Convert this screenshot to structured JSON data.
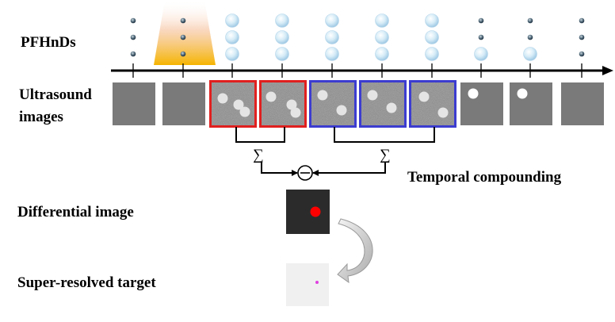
{
  "labels": {
    "pfhnds": "PFHnDs",
    "ultrasound_line1": "Ultrasound",
    "ultrasound_line2": "images",
    "temporal_compounding": "Temporal compounding",
    "differential_image": "Differential image",
    "super_resolved_target": "Super-resolved target"
  },
  "symbols": {
    "sum_left": "∑",
    "sum_right": "∑",
    "minus_operator": "−"
  },
  "frames": [
    {
      "stage": "small-droplets",
      "tint": "plain",
      "border": "none"
    },
    {
      "stage": "activation",
      "tint": "plain",
      "border": "none"
    },
    {
      "stage": "bubbles",
      "tint": "noisy",
      "border": "red"
    },
    {
      "stage": "bubbles",
      "tint": "noisy",
      "border": "red"
    },
    {
      "stage": "bubbles",
      "tint": "noisy",
      "border": "blue"
    },
    {
      "stage": "bubbles",
      "tint": "noisy",
      "border": "blue"
    },
    {
      "stage": "bubbles",
      "tint": "noisy",
      "border": "blue"
    },
    {
      "stage": "recondensing",
      "tint": "plain",
      "border": "none"
    },
    {
      "stage": "recondensing",
      "tint": "plain",
      "border": "none"
    },
    {
      "stage": "small-droplets",
      "tint": "plain",
      "border": "none"
    }
  ],
  "colors": {
    "red_group": "#e0201f",
    "blue_group": "#3c3cd0",
    "frame_gray": "#7a7a7a",
    "differential_bg": "#2b2b2b",
    "differential_dot": "#ff0000",
    "super_resolved_bg": "#f0f0f0",
    "super_resolved_dot": "#e040e0",
    "activation_beam": "#f5a623"
  },
  "icons": [
    "timeline-arrow",
    "droplet-icon",
    "bubble-icon",
    "curved-arrow-icon",
    "minus-circle-icon"
  ]
}
